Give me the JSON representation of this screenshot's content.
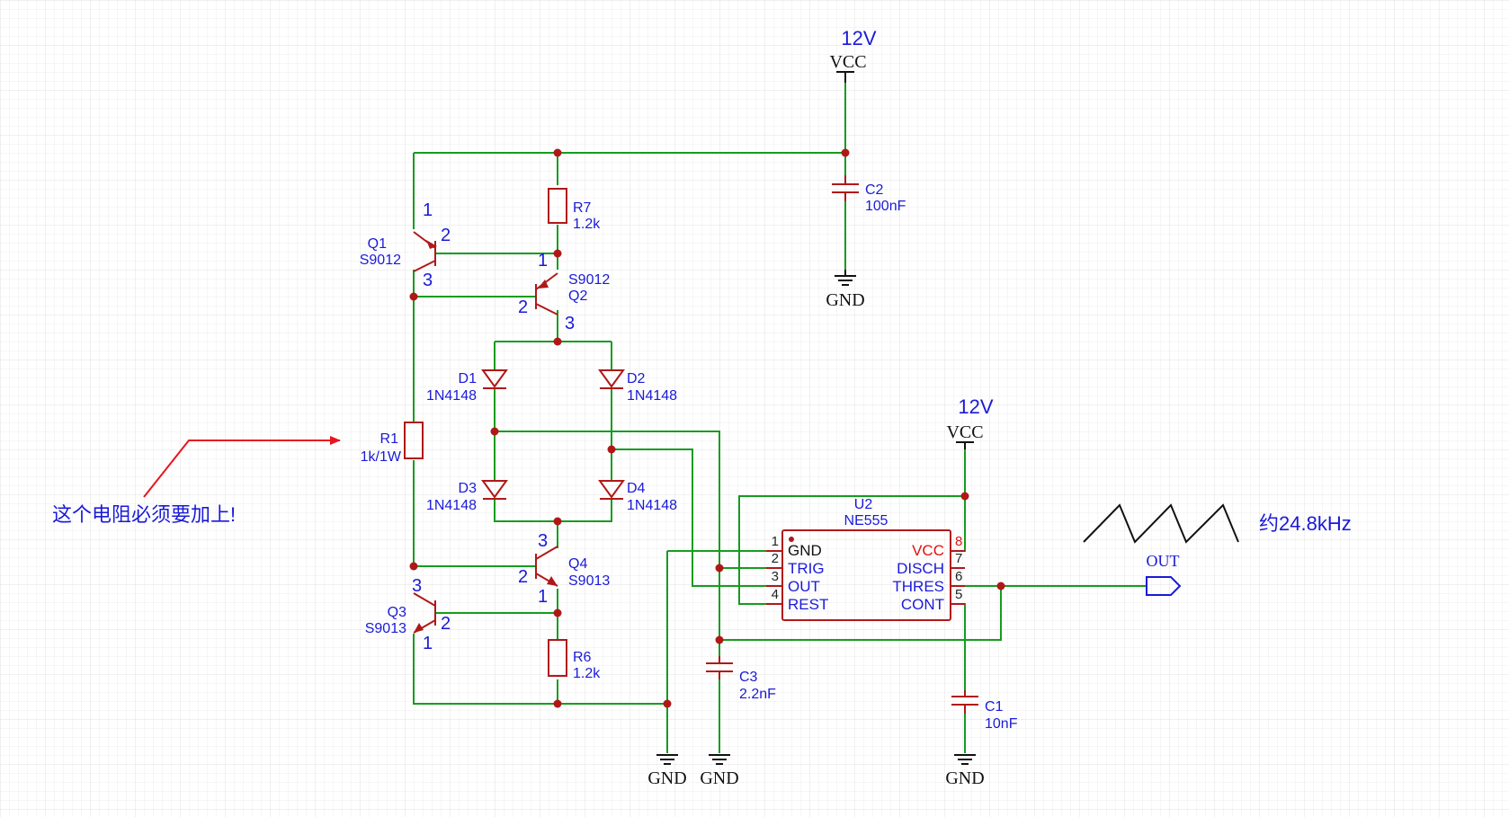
{
  "components": {
    "Q1": {
      "ref": "Q1",
      "value": "S9012",
      "pins": [
        "1",
        "2",
        "3"
      ]
    },
    "Q2": {
      "ref": "Q2",
      "value": "S9012",
      "pins": [
        "1",
        "2",
        "3"
      ]
    },
    "Q3": {
      "ref": "Q3",
      "value": "S9013",
      "pins": [
        "1",
        "2",
        "3"
      ]
    },
    "Q4": {
      "ref": "Q4",
      "value": "S9013",
      "pins": [
        "1",
        "2",
        "3"
      ]
    },
    "R1": {
      "ref": "R1",
      "value": "1k/1W"
    },
    "R6": {
      "ref": "R6",
      "value": "1.2k"
    },
    "R7": {
      "ref": "R7",
      "value": "1.2k"
    },
    "D1": {
      "ref": "D1",
      "value": "1N4148"
    },
    "D2": {
      "ref": "D2",
      "value": "1N4148"
    },
    "D3": {
      "ref": "D3",
      "value": "1N4148"
    },
    "D4": {
      "ref": "D4",
      "value": "1N4148"
    },
    "C1": {
      "ref": "C1",
      "value": "10nF"
    },
    "C2": {
      "ref": "C2",
      "value": "100nF"
    },
    "C3": {
      "ref": "C3",
      "value": "2.2nF"
    },
    "U2": {
      "ref": "U2",
      "value": "NE555",
      "pins_left": [
        {
          "num": "1",
          "name": "GND"
        },
        {
          "num": "2",
          "name": "TRIG"
        },
        {
          "num": "3",
          "name": "OUT"
        },
        {
          "num": "4",
          "name": "REST"
        }
      ],
      "pins_right": [
        {
          "num": "8",
          "name": "VCC"
        },
        {
          "num": "7",
          "name": "DISCH"
        },
        {
          "num": "6",
          "name": "THRES"
        },
        {
          "num": "5",
          "name": "CONT"
        }
      ]
    }
  },
  "power": {
    "vcc_label": "VCC",
    "vcc_voltage": "12V",
    "gnd_label": "GND"
  },
  "output": {
    "net_label": "OUT",
    "frequency_note": "约24.8kHz"
  },
  "annotation": {
    "text": "这个电阻必须要加上!"
  },
  "colors": {
    "wire": "#169c1f",
    "symbol": "#b01818",
    "reference_text": "#1a1ad8",
    "annotation": "#e8141e",
    "highlight_pin_name": "#e01010"
  }
}
